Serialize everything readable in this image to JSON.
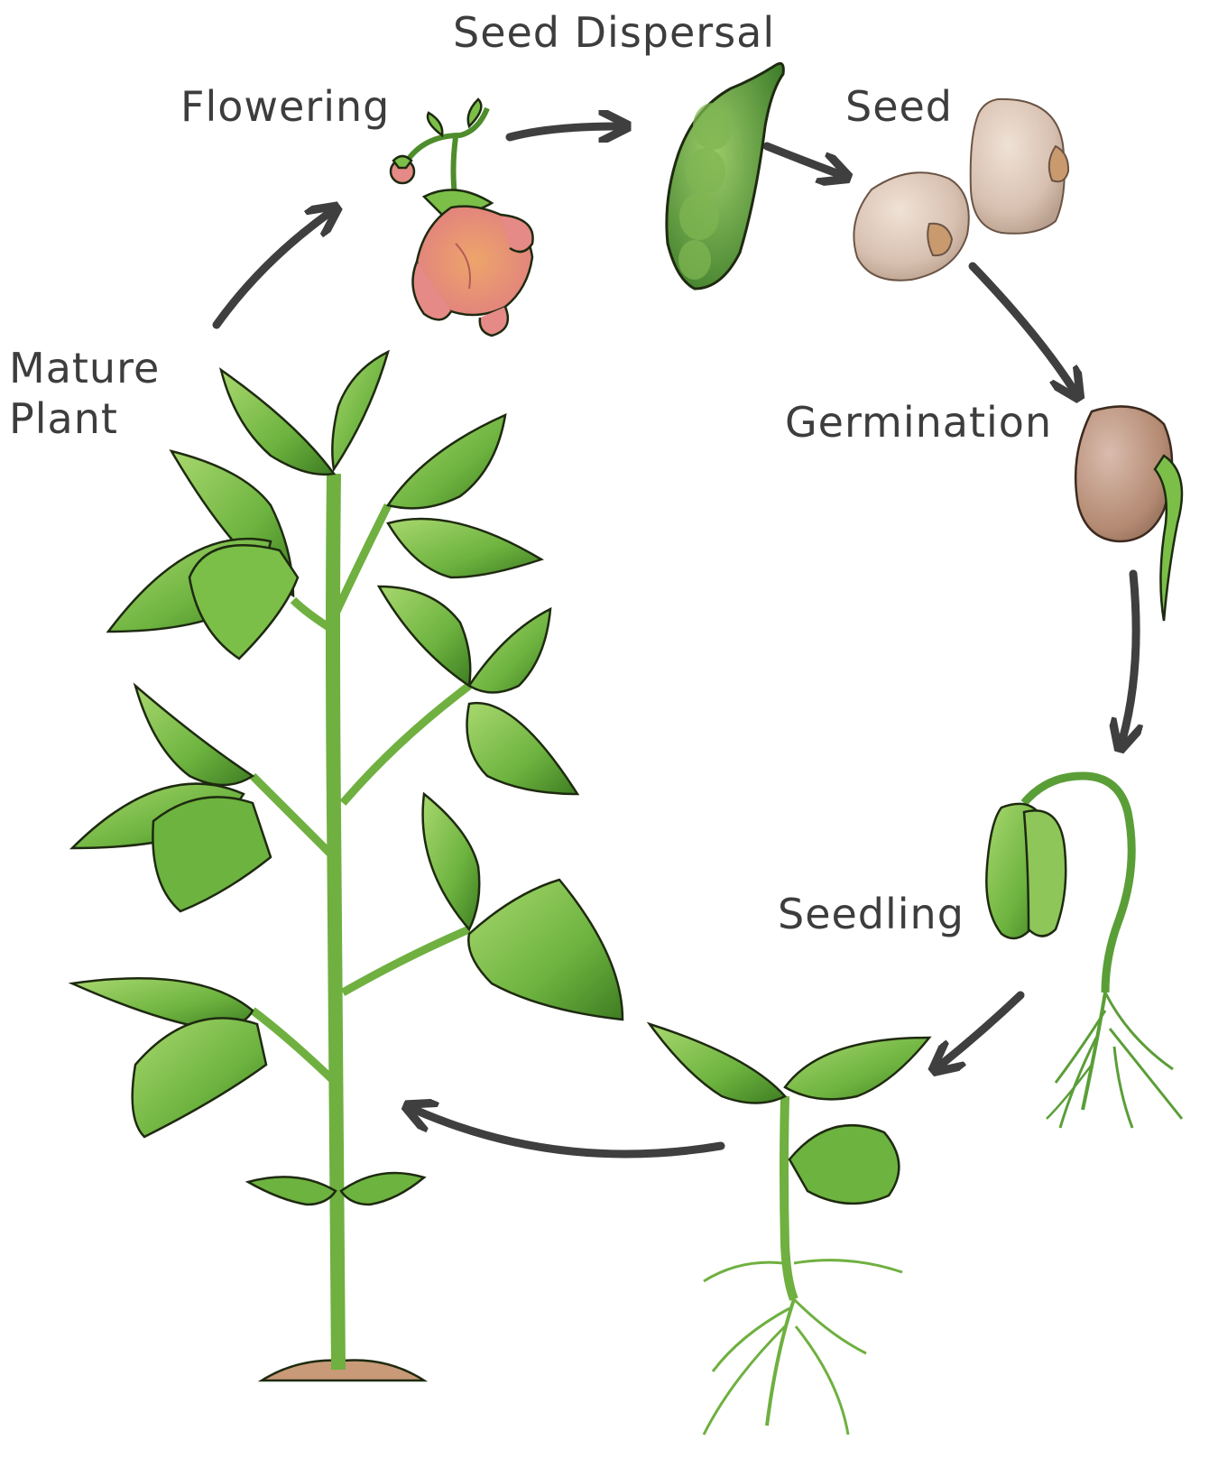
{
  "diagram": {
    "stages": {
      "seed_dispersal": "Seed Dispersal",
      "flowering": "Flowering",
      "seed": "Seed",
      "mature_plant": "Mature\nPlant",
      "germination": "Germination",
      "seedling": "Seedling"
    },
    "colors": {
      "arrow": "#3f3f3f",
      "leaf": "#6db33f",
      "leaf_light": "#a8d86e",
      "leaf_dark": "#3e7d22",
      "stem": "#7bbf48",
      "outline": "#1e2a10",
      "bean": "#d8c0b0",
      "bean_dark": "#b48a72",
      "flower": "#e58a86",
      "flower_center": "#e8a265",
      "soil": "#c89a78"
    }
  }
}
